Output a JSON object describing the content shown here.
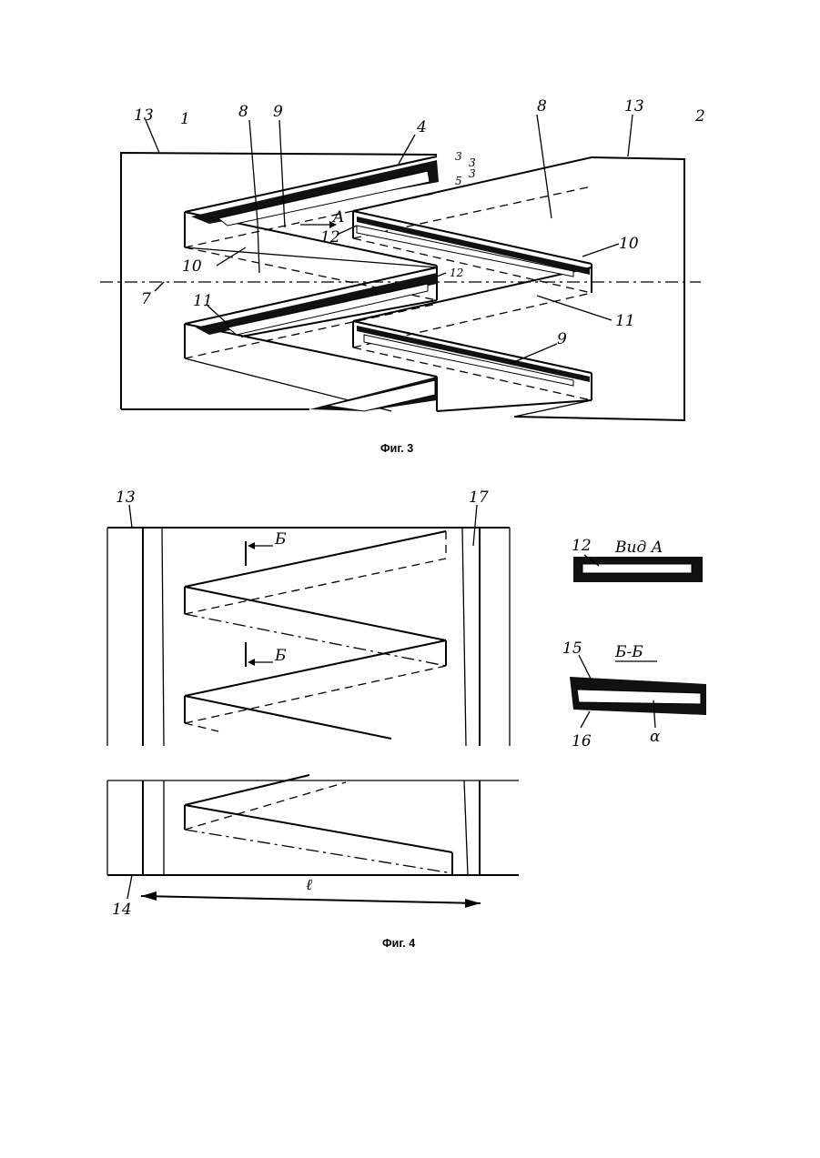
{
  "fig3": {
    "caption": "Фиг. 3",
    "labels": {
      "l13a": "13",
      "l1": "1",
      "l8a": "8",
      "l9a": "9",
      "l4": "4",
      "l3a": "3",
      "l3b": "3",
      "l3c": "3",
      "l5": "5",
      "l8b": "8",
      "l13b": "13",
      "l2": "2",
      "lA": "A",
      "l12a": "12",
      "l10a": "10",
      "l10b": "10",
      "l12b": "12",
      "l7": "7",
      "l11a": "11",
      "l11b": "11",
      "l9b": "9"
    }
  },
  "fig4": {
    "caption": "Фиг. 4",
    "labels": {
      "l13": "13",
      "l17": "17",
      "lB1": "Б",
      "lB2": "Б",
      "l14": "14",
      "lL": "ℓ"
    }
  },
  "viewA": {
    "title": "Вид А",
    "l12": "12"
  },
  "sectionB": {
    "title": "Б-Б",
    "l15": "15",
    "l16": "16",
    "lalpha": "α"
  }
}
